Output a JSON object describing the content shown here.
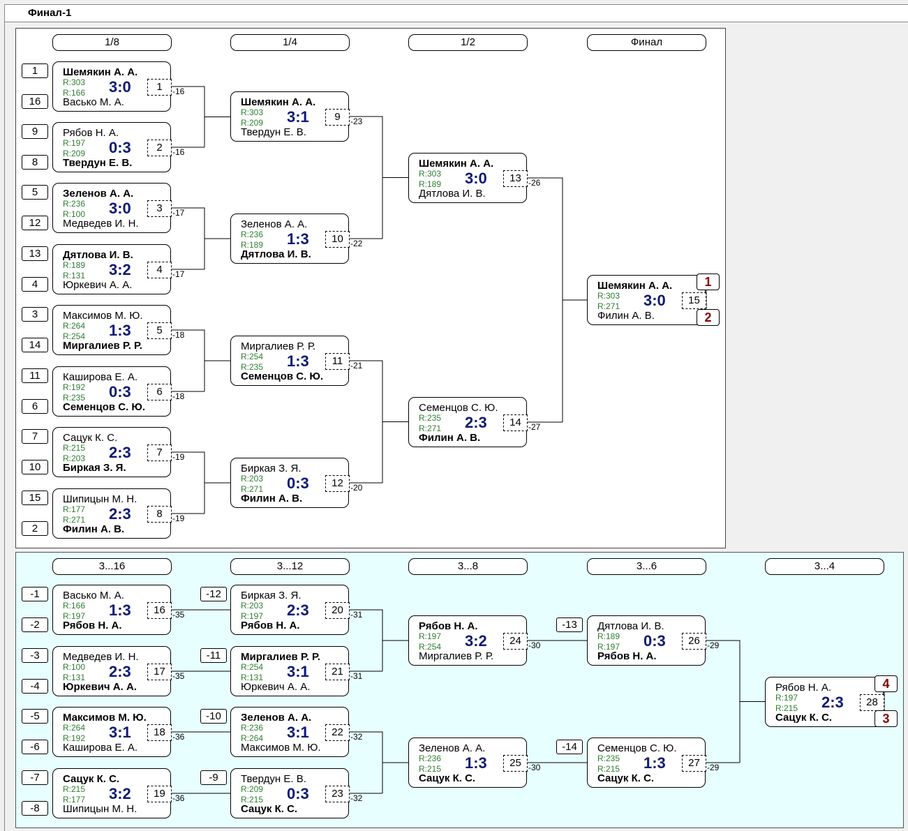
{
  "window": {
    "title": "Финал-1"
  },
  "main_rounds": [
    "1/8",
    "1/4",
    "1/2",
    "Финал"
  ],
  "cons_rounds": [
    "3...16",
    "3...12",
    "3...8",
    "3...6",
    "3...4"
  ],
  "main_seeds": [
    "1",
    "16",
    "9",
    "8",
    "5",
    "12",
    "13",
    "4",
    "3",
    "14",
    "11",
    "6",
    "7",
    "10",
    "15",
    "2"
  ],
  "cons_seeds": [
    "-1",
    "-2",
    "-3",
    "-4",
    "-5",
    "-6",
    "-7",
    "-8",
    "-12",
    "-11",
    "-10",
    "-9",
    "-13",
    "-14"
  ],
  "places": [
    "1",
    "2",
    "4",
    "3"
  ],
  "matches": [
    {
      "p1": "Шемякин А. А.",
      "p2": "Васько М. А.",
      "r1": "R:303",
      "r2": "R:166",
      "score": "3:0",
      "num": "1",
      "winner": 1,
      "loser_label": "-16"
    },
    {
      "p1": "Рябов Н. А.",
      "p2": "Твердун Е. В.",
      "r1": "R:197",
      "r2": "R:209",
      "score": "0:3",
      "num": "2",
      "winner": 2,
      "loser_label": "-16"
    },
    {
      "p1": "Зеленов А. А.",
      "p2": "Медведев И. Н.",
      "r1": "R:236",
      "r2": "R:100",
      "score": "3:0",
      "num": "3",
      "winner": 1,
      "loser_label": "-17"
    },
    {
      "p1": "Дятлова И. В.",
      "p2": "Юркевич А. А.",
      "r1": "R:189",
      "r2": "R:131",
      "score": "3:2",
      "num": "4",
      "winner": 1,
      "loser_label": "-17"
    },
    {
      "p1": "Максимов М. Ю.",
      "p2": "Миргалиев Р. Р.",
      "r1": "R:264",
      "r2": "R:254",
      "score": "1:3",
      "num": "5",
      "winner": 2,
      "loser_label": "-18"
    },
    {
      "p1": "Каширова Е. А.",
      "p2": "Семенцов С. Ю.",
      "r1": "R:192",
      "r2": "R:235",
      "score": "0:3",
      "num": "6",
      "winner": 2,
      "loser_label": "-18"
    },
    {
      "p1": "Сацук К. С.",
      "p2": "Биркая З. Я.",
      "r1": "R:215",
      "r2": "R:203",
      "score": "2:3",
      "num": "7",
      "winner": 2,
      "loser_label": "-19"
    },
    {
      "p1": "Шипицын М. Н.",
      "p2": "Филин А. В.",
      "r1": "R:177",
      "r2": "R:271",
      "score": "2:3",
      "num": "8",
      "winner": 2,
      "loser_label": "-19"
    },
    {
      "p1": "Шемякин А. А.",
      "p2": "Твердун Е. В.",
      "r1": "R:303",
      "r2": "R:209",
      "score": "3:1",
      "num": "9",
      "winner": 1,
      "loser_label": "-23"
    },
    {
      "p1": "Зеленов А. А.",
      "p2": "Дятлова И. В.",
      "r1": "R:236",
      "r2": "R:189",
      "score": "1:3",
      "num": "10",
      "winner": 2,
      "loser_label": "-22"
    },
    {
      "p1": "Миргалиев Р. Р.",
      "p2": "Семенцов С. Ю.",
      "r1": "R:254",
      "r2": "R:235",
      "score": "1:3",
      "num": "11",
      "winner": 2,
      "loser_label": "-21"
    },
    {
      "p1": "Биркая З. Я.",
      "p2": "Филин А. В.",
      "r1": "R:203",
      "r2": "R:271",
      "score": "0:3",
      "num": "12",
      "winner": 2,
      "loser_label": "-20"
    },
    {
      "p1": "Шемякин А. А.",
      "p2": "Дятлова И. В.",
      "r1": "R:303",
      "r2": "R:189",
      "score": "3:0",
      "num": "13",
      "winner": 1,
      "loser_label": "-26"
    },
    {
      "p1": "Семенцов С. Ю.",
      "p2": "Филин А. В.",
      "r1": "R:235",
      "r2": "R:271",
      "score": "2:3",
      "num": "14",
      "winner": 2,
      "loser_label": "-27"
    },
    {
      "p1": "Шемякин А. А.",
      "p2": "Филин А. В.",
      "r1": "R:303",
      "r2": "R:271",
      "score": "3:0",
      "num": "15",
      "winner": 1,
      "loser_label": ""
    },
    {
      "p1": "Васько М. А.",
      "p2": "Рябов Н. А.",
      "r1": "R:166",
      "r2": "R:197",
      "score": "1:3",
      "num": "16",
      "winner": 2,
      "loser_label": "-35"
    },
    {
      "p1": "Медведев И. Н.",
      "p2": "Юркевич А. А.",
      "r1": "R:100",
      "r2": "R:131",
      "score": "2:3",
      "num": "17",
      "winner": 2,
      "loser_label": "-35"
    },
    {
      "p1": "Максимов М. Ю.",
      "p2": "Каширова Е. А.",
      "r1": "R:264",
      "r2": "R:192",
      "score": "3:1",
      "num": "18",
      "winner": 1,
      "loser_label": "-36"
    },
    {
      "p1": "Сацук К. С.",
      "p2": "Шипицын М. Н.",
      "r1": "R:215",
      "r2": "R:177",
      "score": "3:2",
      "num": "19",
      "winner": 1,
      "loser_label": "-36"
    },
    {
      "p1": "Биркая З. Я.",
      "p2": "Рябов Н. А.",
      "r1": "R:203",
      "r2": "R:197",
      "score": "2:3",
      "num": "20",
      "winner": 2,
      "loser_label": "-31"
    },
    {
      "p1": "Миргалиев Р. Р.",
      "p2": "Юркевич А. А.",
      "r1": "R:254",
      "r2": "R:131",
      "score": "3:1",
      "num": "21",
      "winner": 1,
      "loser_label": "-31"
    },
    {
      "p1": "Зеленов А. А.",
      "p2": "Максимов М. Ю.",
      "r1": "R:236",
      "r2": "R:264",
      "score": "3:1",
      "num": "22",
      "winner": 1,
      "loser_label": "-32"
    },
    {
      "p1": "Твердун Е. В.",
      "p2": "Сацук К. С.",
      "r1": "R:209",
      "r2": "R:215",
      "score": "0:3",
      "num": "23",
      "winner": 2,
      "loser_label": "-32"
    },
    {
      "p1": "Рябов Н. А.",
      "p2": "Миргалиев Р. Р.",
      "r1": "R:197",
      "r2": "R:254",
      "score": "3:2",
      "num": "24",
      "winner": 1,
      "loser_label": "-30"
    },
    {
      "p1": "Зеленов А. А.",
      "p2": "Сацук К. С.",
      "r1": "R:236",
      "r2": "R:215",
      "score": "1:3",
      "num": "25",
      "winner": 2,
      "loser_label": "-30"
    },
    {
      "p1": "Дятлова И. В.",
      "p2": "Рябов Н. А.",
      "r1": "R:189",
      "r2": "R:197",
      "score": "0:3",
      "num": "26",
      "winner": 2,
      "loser_label": "-29"
    },
    {
      "p1": "Семенцов С. Ю.",
      "p2": "Сацук К. С.",
      "r1": "R:235",
      "r2": "R:215",
      "score": "1:3",
      "num": "27",
      "winner": 2,
      "loser_label": "-29"
    },
    {
      "p1": "Рябов Н. А.",
      "p2": "Сацук К. С.",
      "r1": "R:197",
      "r2": "R:215",
      "score": "2:3",
      "num": "28",
      "winner": 2,
      "loser_label": ""
    }
  ]
}
